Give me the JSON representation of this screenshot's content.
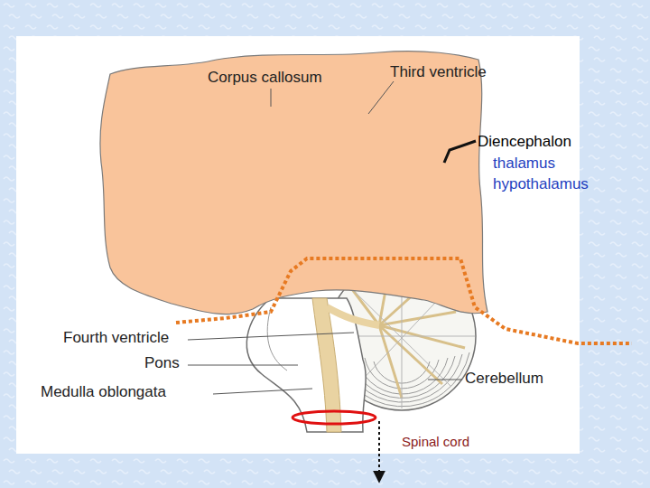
{
  "diagram": {
    "labels": [
      "Corpus callosum",
      "Third ventricle",
      "Diencephalon",
      "thalamus",
      "hypothalamus",
      "Fourth ventricle",
      "Pons",
      "Medulla oblongata",
      "Cerebellum",
      "Spinal cord"
    ]
  }
}
